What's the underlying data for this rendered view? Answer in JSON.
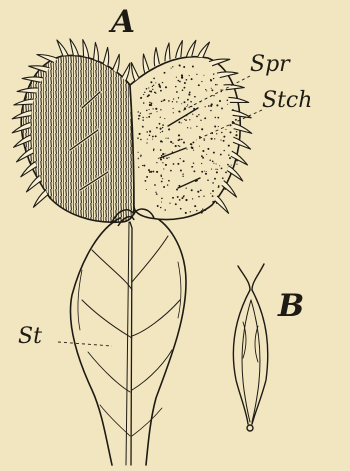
{
  "figure": {
    "background": "#f1e6c0",
    "ink": "#1e1a14",
    "labels": {
      "A": "A",
      "B": "B",
      "Spr": "Spr",
      "Stch": "Stch",
      "St": "St"
    }
  }
}
